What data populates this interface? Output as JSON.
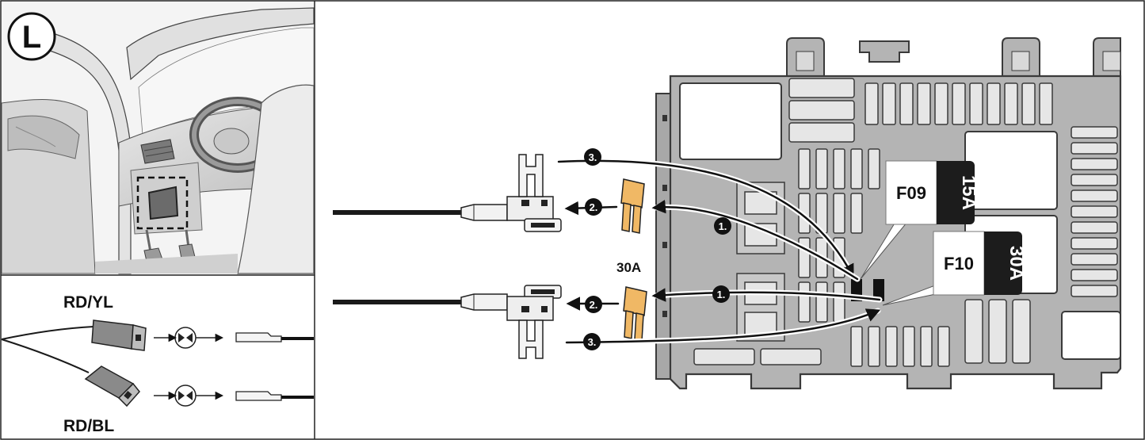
{
  "location_badge": {
    "letter": "L"
  },
  "wires": {
    "top": {
      "label": "RD/YL"
    },
    "bottom": {
      "label": "RD/BL"
    }
  },
  "fuse_tags": [
    {
      "slot": "F09",
      "rating": "15A"
    },
    {
      "slot": "F10",
      "rating": "30A"
    }
  ],
  "loose_fuse_rating": "30A",
  "steps": [
    "1.",
    "2.",
    "3."
  ],
  "colors": {
    "fuse_box_fill": "#b4b4b4",
    "fuse_box_stroke": "#3a3a3a",
    "fuse_fill": "#f0b865",
    "tag_dark": "#1c1c1c",
    "wire": "#1a1a1a"
  }
}
